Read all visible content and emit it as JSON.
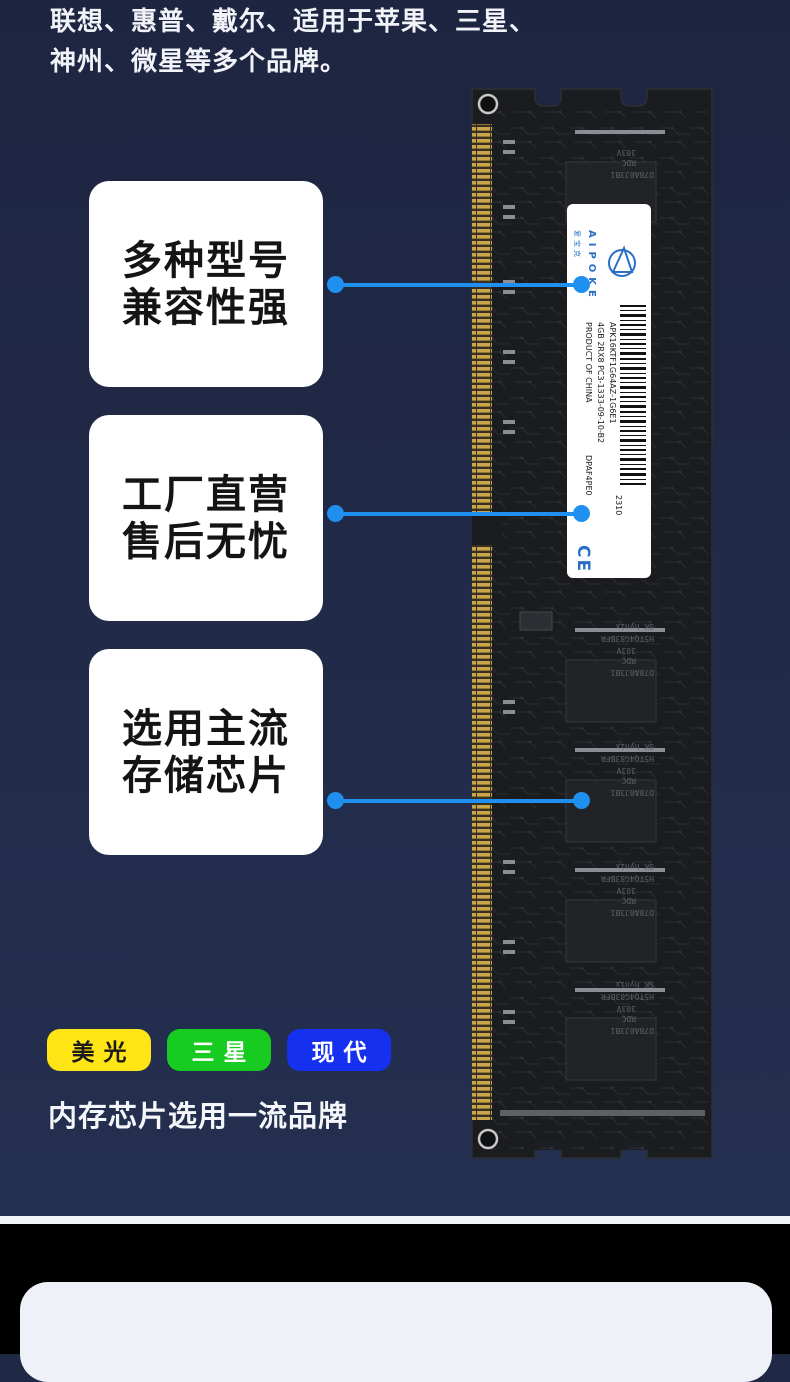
{
  "intro": {
    "line1": "联想、惠普、戴尔、适用于苹果、三星、",
    "line2": "神州、微星等多个品牌。"
  },
  "features": [
    {
      "line1": "多种型号",
      "line2": "兼容性强"
    },
    {
      "line1": "工厂直营",
      "line2": "售后无忧"
    },
    {
      "line1": "选用主流",
      "line2": "存储芯片"
    }
  ],
  "badges": [
    {
      "label": "美光",
      "color": "#ffe515"
    },
    {
      "label": "三星",
      "color": "#18cb21"
    },
    {
      "label": "现代",
      "color": "#1630f0"
    }
  ],
  "tagline": "内存芯片选用一流品牌",
  "ram_label": {
    "brand": "AIPOKE",
    "brand_cn": "爱宝克",
    "part_number": "APK16KTF1G64AZ-1G6E1",
    "spec": "4GB 2RX8 PC3-1333-09-10-B2",
    "origin": "PRODUCT OF CHINA",
    "code": "DPAF4PE0",
    "date": "2310",
    "ce_mark": "CE"
  },
  "chip_text": {
    "maker": "SK hynix",
    "model": "H5TQ4G83BFR",
    "grade": "RDC",
    "lot": "303V",
    "top": "D78A0J3B1"
  },
  "colors": {
    "accent": "#1f8ff0",
    "background": "#1f2845",
    "pcb": "#1b1c1f",
    "gold": "#c9a64a"
  }
}
